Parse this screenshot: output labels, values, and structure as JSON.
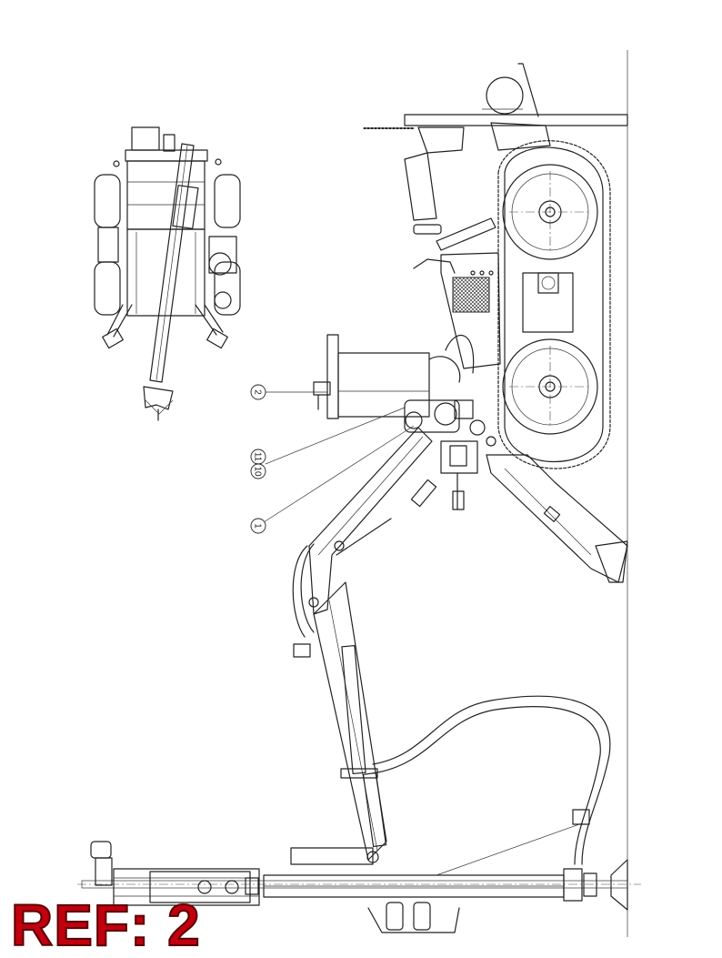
{
  "drawing": {
    "ref_label": "REF: 2",
    "ref_color": "#c0000f",
    "callouts": [
      {
        "id": "callout-2",
        "text": "2"
      },
      {
        "id": "callout-11",
        "text": "11"
      },
      {
        "id": "callout-10",
        "text": "10"
      },
      {
        "id": "callout-1",
        "text": "1"
      }
    ]
  }
}
